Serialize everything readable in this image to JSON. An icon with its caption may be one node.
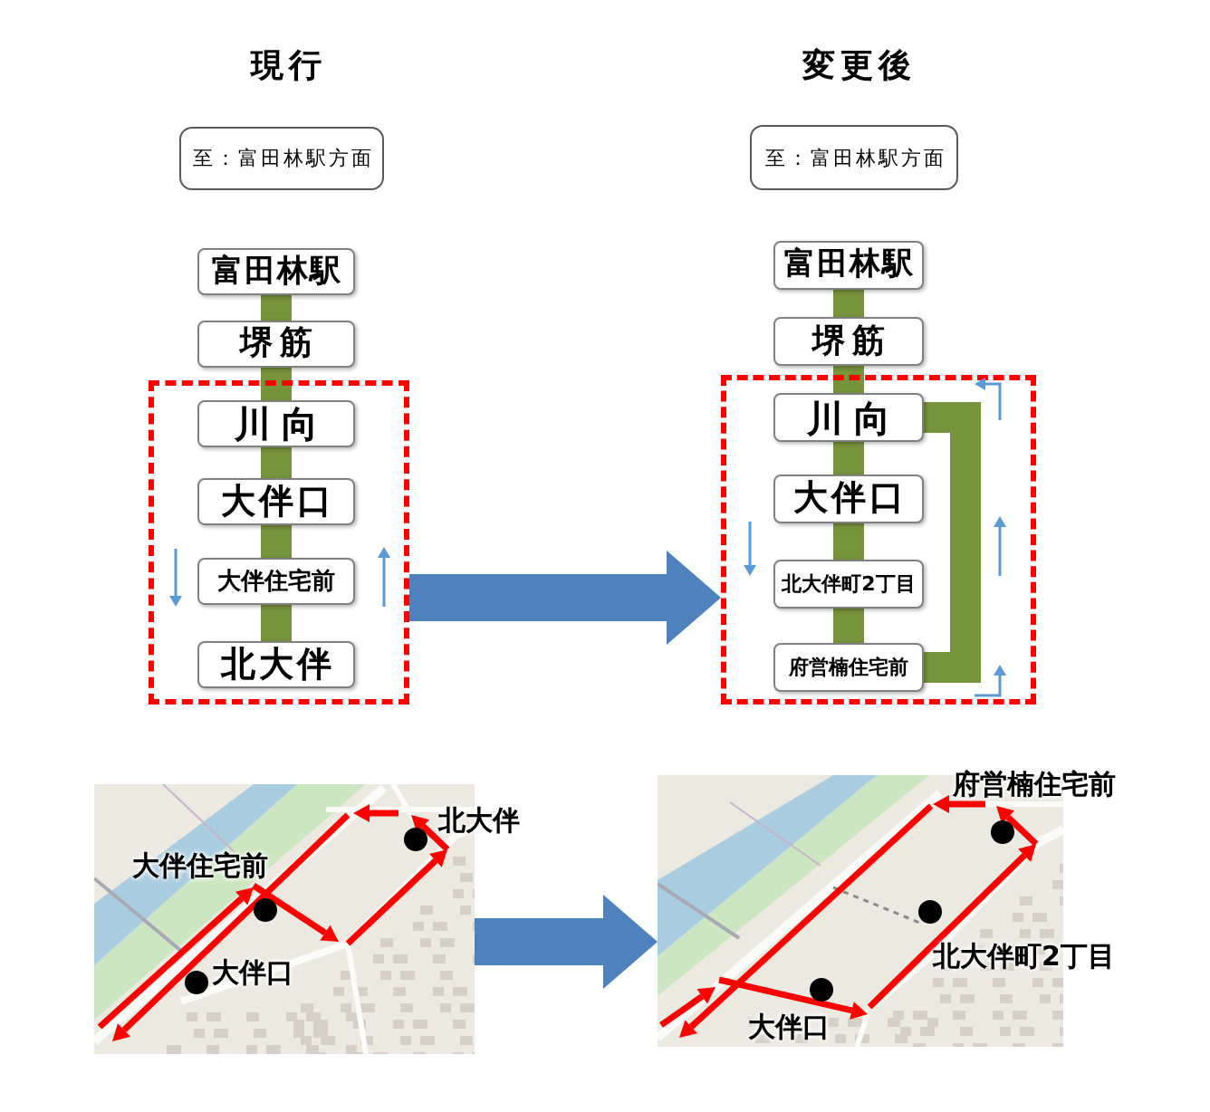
{
  "diagram": {
    "nodes": [
      {
        "text": [
          "至：富田林駅方面"
        ]
      },
      {
        "text": [
          "富田林駅"
        ]
      },
      {
        "text": [
          "堺筋"
        ]
      },
      {
        "text": [],
        "shape": "box"
      },
      {
        "text": [
          "川向"
        ],
        "in": 3
      },
      {
        "text": [
          "大伴口"
        ],
        "in": 3
      },
      {
        "text": [
          "大伴住宅前"
        ],
        "in": 3
      },
      {
        "text": [
          "北大伴"
        ],
        "in": 3
      },
      {
        "text": [
          "至：富田林駅方面"
        ]
      },
      {
        "text": [
          "富田林駅"
        ]
      },
      {
        "text": [
          "堺筋"
        ]
      },
      {
        "text": [],
        "shape": "box"
      },
      {
        "text": [
          "川向"
        ],
        "in": 11
      },
      {
        "text": [
          "大伴口"
        ],
        "in": 11
      },
      {
        "text": [
          "北大伴町2丁目"
        ],
        "in": 11
      },
      {
        "text": [
          "府営楠住宅前"
        ],
        "in": 11
      },
      {
        "text": [],
        "shape": "picture"
      },
      {
        "text": [],
        "shape": "picture"
      }
    ],
    "edges": [
      {
        "from": 1,
        "to": 2,
        "arrow": "none"
      },
      {
        "from": 2,
        "to": 4,
        "arrow": "none"
      },
      {
        "from": 4,
        "to": 5,
        "arrow": "none"
      },
      {
        "from": 5,
        "to": 6,
        "arrow": "none"
      },
      {
        "from": 6,
        "to": 7,
        "arrow": "none"
      },
      {
        "from": 9,
        "to": 10,
        "arrow": "none"
      },
      {
        "from": 10,
        "to": 12,
        "arrow": "none"
      },
      {
        "from": 12,
        "to": 13,
        "arrow": "none"
      },
      {
        "from": 13,
        "to": 14,
        "arrow": "none"
      },
      {
        "from": 14,
        "to": 15,
        "arrow": "none"
      },
      {
        "from": 12,
        "to": 15,
        "arrow": "none"
      },
      {
        "from": 3,
        "to": 11,
        "arrow": "to",
        "style": "thick",
        "color": "#4f81bd"
      },
      {
        "from": 16,
        "to": 17,
        "arrow": "to",
        "style": "thick",
        "color": "#4f81bd"
      }
    ],
    "labels": [
      "現行",
      "変更後",
      "北大伴",
      "大伴住宅前",
      "大伴口",
      "府営楠住宅前",
      "北大伴町2丁目",
      "大伴口"
    ]
  }
}
